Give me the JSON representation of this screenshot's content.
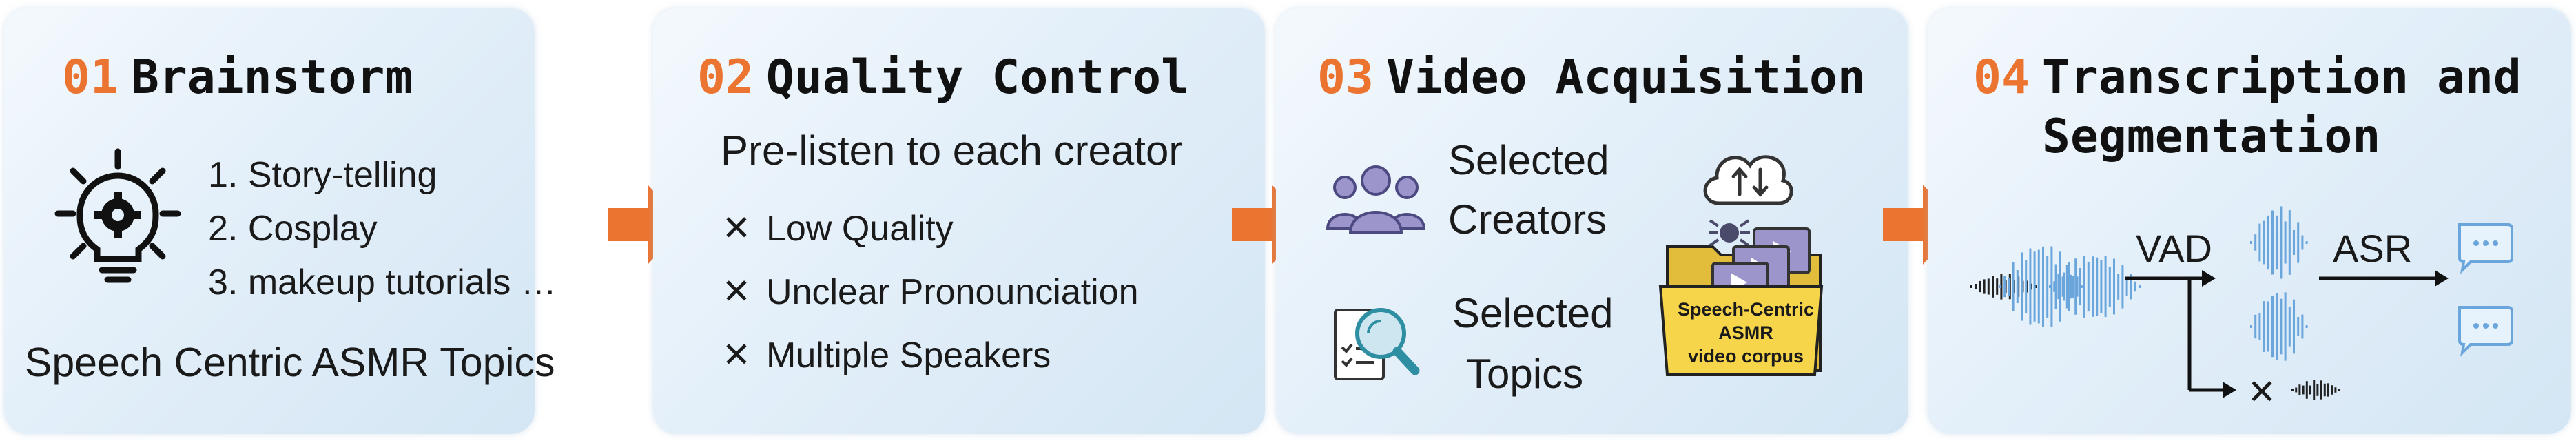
{
  "steps": [
    {
      "number": "01",
      "title": "Brainstorm",
      "items": [
        "1. Story-telling",
        "2. Cosplay",
        "3. makeup tutorials …"
      ],
      "footer": "Speech Centric ASMR Topics"
    },
    {
      "number": "02",
      "title": "Quality Control",
      "subtitle": "Pre-listen to each creator",
      "rejections": [
        "Low Quality",
        "Unclear Pronounciation",
        "Multiple Speakers"
      ]
    },
    {
      "number": "03",
      "title": "Video Acquisition",
      "creators_label_1": "Selected",
      "creators_label_2": "Creators",
      "topics_label_1": "Selected",
      "topics_label_2": "Topics",
      "corpus_lines": [
        "Speech-Centric",
        "ASMR",
        "video corpus"
      ]
    },
    {
      "number": "04",
      "title_line1": "Transcription and",
      "title_line2": "Segmentation",
      "vad_label": "VAD",
      "asr_label": "ASR"
    }
  ],
  "reject_mark": "✕",
  "colors": {
    "accent": "#ec7431",
    "panel": "#e3eff9",
    "wave": "#6aa6dc",
    "bubble": "#6aa6dc",
    "folder": "#f6d54a"
  }
}
